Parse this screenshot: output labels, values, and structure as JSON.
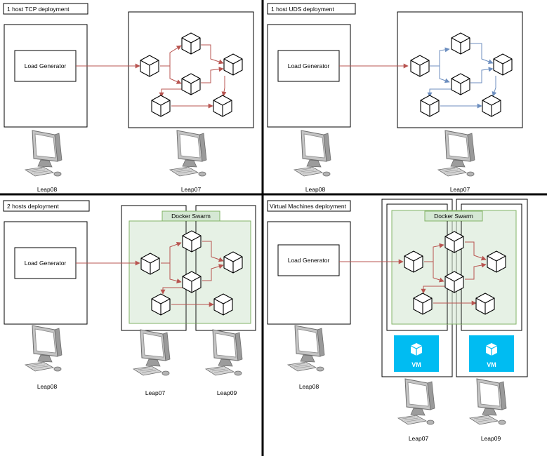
{
  "quadrants": {
    "tcp": {
      "title": "1 host TCP deployment"
    },
    "uds": {
      "title": "1 host UDS deployment"
    },
    "two": {
      "title": "2 hosts deployment",
      "swarm_label": "Docker Swarm"
    },
    "vm": {
      "title": "Virtual Machines deployment",
      "swarm_label": "Docker Swarm",
      "vm_label": "VM"
    }
  },
  "load_generator_label": "Load Generator",
  "hosts": {
    "leap07": "Leap07",
    "leap08": "Leap08",
    "leap09": "Leap09"
  },
  "colors": {
    "red_arrow": "#b85450",
    "blue_arrow": "#6c8ebf",
    "swarm_fill": "#d5e8d4",
    "swarm_stroke": "#82b366",
    "vm_badge": "#00bcf2",
    "divider": "#000000"
  },
  "icons": [
    "cube-icon",
    "computer-icon",
    "vm-cube-icon"
  ]
}
